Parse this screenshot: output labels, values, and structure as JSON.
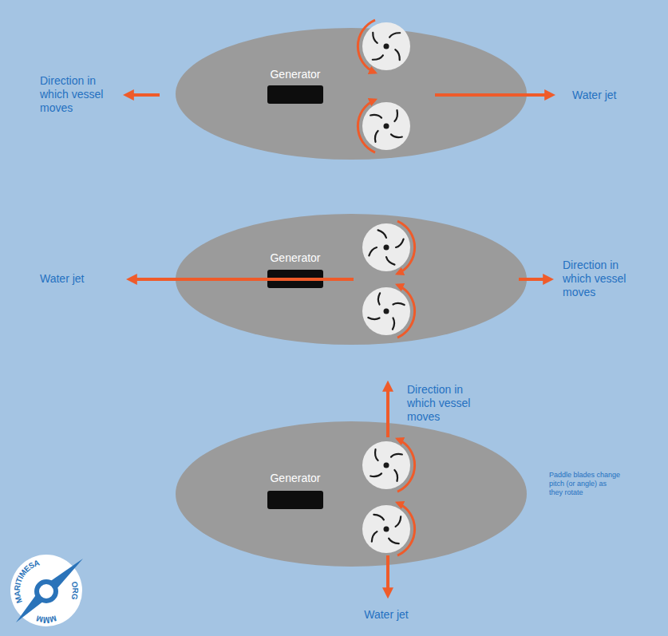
{
  "diagram": {
    "nodes": [
      {
        "text": [
          "Generator"
        ]
      },
      {
        "text": [
          "Generator"
        ]
      },
      {
        "text": [
          "Generator"
        ]
      }
    ],
    "labels": [
      "Direction in which vessel moves",
      "Water jet",
      "Water jet",
      "Direction in which vessel moves",
      "Direction in which vessel moves",
      "Paddle blades change pitch (or angle) as they rotate",
      "Water jet",
      "MARITIMESA",
      "ORG",
      "MMM"
    ]
  }
}
